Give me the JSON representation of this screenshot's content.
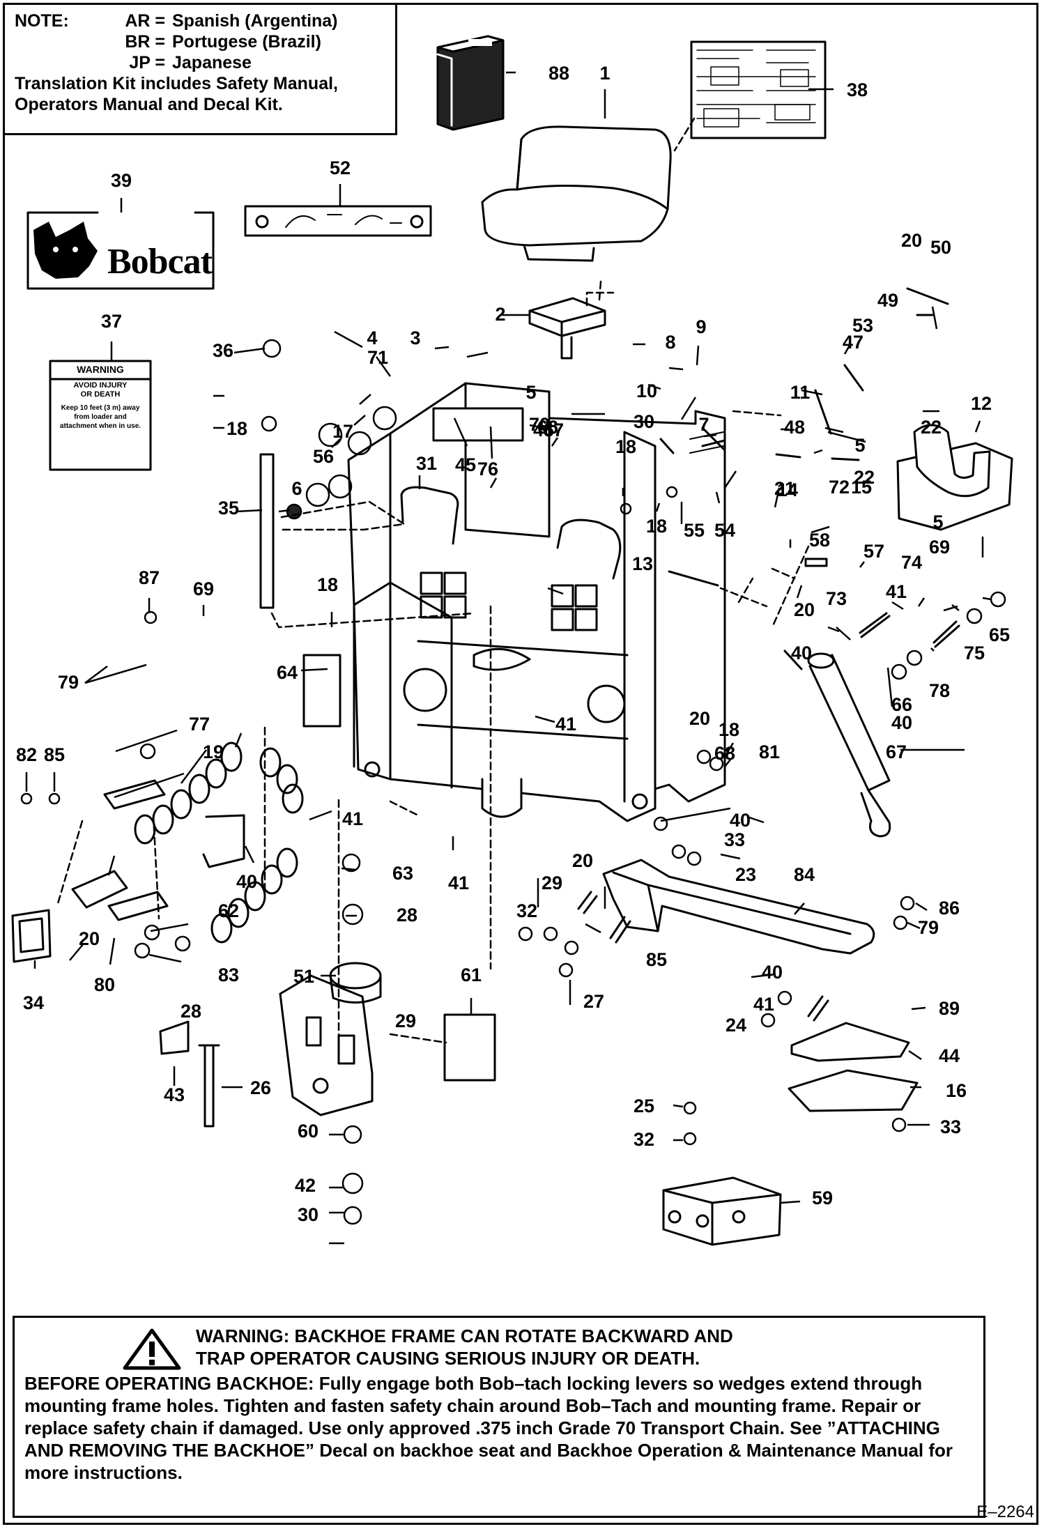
{
  "note": {
    "label": "NOTE:",
    "languages": [
      {
        "code": "AR =",
        "name": "Spanish (Argentina)"
      },
      {
        "code": "BR =",
        "name": "Portugese (Brazil)"
      },
      {
        "code": "JP =",
        "name": "Japanese"
      }
    ],
    "line1": "Translation Kit includes Safety Manual,",
    "line2": "Operators Manual and Decal Kit."
  },
  "logo_text": "Bobcat",
  "decal_37": {
    "header": "WARNING",
    "line1": "AVOID INJURY",
    "line2": "OR DEATH",
    "body": "Keep 10 feet (3 m) away from loader and attachment when in use."
  },
  "callouts": [
    "88",
    "1",
    "38",
    "39",
    "52",
    "20",
    "50",
    "49",
    "53",
    "22",
    "47",
    "37",
    "2",
    "8",
    "9",
    "36",
    "3",
    "4",
    "71",
    "5",
    "10",
    "11",
    "30",
    "67",
    "7",
    "46",
    "48",
    "12",
    "18",
    "17",
    "45",
    "56",
    "31",
    "66",
    "76",
    "15",
    "6",
    "70",
    "72",
    "18",
    "14",
    "22",
    "5",
    "18",
    "55",
    "54",
    "21",
    "35",
    "13",
    "58",
    "57",
    "5",
    "74",
    "69",
    "18",
    "87",
    "69",
    "20",
    "73",
    "41",
    "65",
    "40",
    "75",
    "64",
    "78",
    "79",
    "77",
    "20",
    "41",
    "40",
    "66",
    "18",
    "82",
    "85",
    "19",
    "67",
    "68",
    "81",
    "41",
    "40",
    "33",
    "63",
    "20",
    "23",
    "84",
    "40",
    "29",
    "86",
    "20",
    "41",
    "32",
    "28",
    "79",
    "62",
    "85",
    "80",
    "83",
    "34",
    "51",
    "61",
    "40",
    "27",
    "89",
    "28",
    "41",
    "29",
    "24",
    "44",
    "43",
    "26",
    "16",
    "25",
    "33",
    "60",
    "32",
    "59",
    "42",
    "30"
  ],
  "warning": {
    "title_line1": "WARNING:  BACKHOE FRAME CAN ROTATE BACKWARD AND",
    "title_line2": "TRAP OPERATOR CAUSING SERIOUS INJURY OR DEATH.",
    "body": "BEFORE OPERATING BACKHOE:  Fully engage both Bob–tach locking levers so wedges extend through mounting frame holes. Tighten and fasten safety chain around Bob–Tach and mounting frame.  Repair or replace safety chain if damaged.  Use only approved .375 inch Grade 70 Transport Chain.  See ”ATTACHING AND REMOVING THE BACKHOE” Decal on backhoe seat and Backhoe Operation & Maintenance Manual for more instructions."
  },
  "doc_id": "E–2264"
}
